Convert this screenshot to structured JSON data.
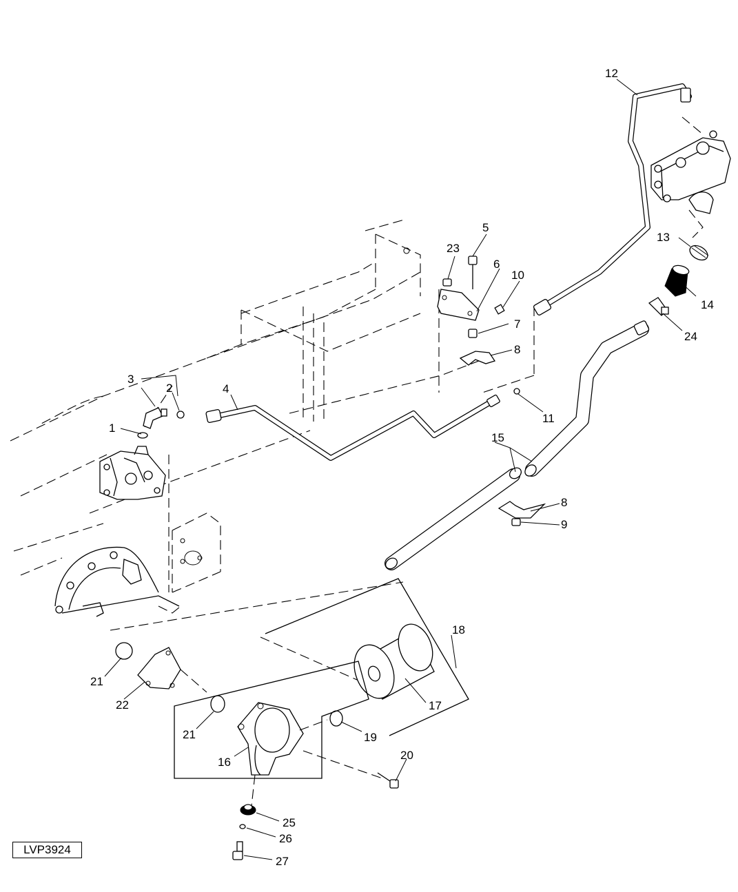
{
  "figure_id": "LVP3924",
  "callouts": [
    {
      "key": "c1",
      "label": "1"
    },
    {
      "key": "c2",
      "label": "2"
    },
    {
      "key": "c3",
      "label": "3"
    },
    {
      "key": "c4",
      "label": "4"
    },
    {
      "key": "c5",
      "label": "5"
    },
    {
      "key": "c6",
      "label": "6"
    },
    {
      "key": "c7",
      "label": "7"
    },
    {
      "key": "c8a",
      "label": "8"
    },
    {
      "key": "c8b",
      "label": "8"
    },
    {
      "key": "c9",
      "label": "9"
    },
    {
      "key": "c10",
      "label": "10"
    },
    {
      "key": "c11",
      "label": "11"
    },
    {
      "key": "c12",
      "label": "12"
    },
    {
      "key": "c13",
      "label": "13"
    },
    {
      "key": "c14",
      "label": "14"
    },
    {
      "key": "c15",
      "label": "15"
    },
    {
      "key": "c16",
      "label": "16"
    },
    {
      "key": "c17",
      "label": "17"
    },
    {
      "key": "c18",
      "label": "18"
    },
    {
      "key": "c19",
      "label": "19"
    },
    {
      "key": "c20",
      "label": "20"
    },
    {
      "key": "c21a",
      "label": "21"
    },
    {
      "key": "c21b",
      "label": "21"
    },
    {
      "key": "c22",
      "label": "22"
    },
    {
      "key": "c23",
      "label": "23"
    },
    {
      "key": "c24",
      "label": "24"
    },
    {
      "key": "c25",
      "label": "25"
    },
    {
      "key": "c26",
      "label": "26"
    },
    {
      "key": "c27",
      "label": "27"
    }
  ]
}
